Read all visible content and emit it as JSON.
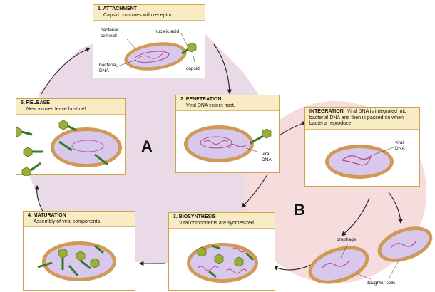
{
  "colors": {
    "cycle_a": "#ead9e6",
    "cycle_b": "#f6dcdc",
    "panel_border": "#c9a64c",
    "panel_header": "#f9ecc5",
    "cell_outer": "#d09a56",
    "cell_inner": "#d8c8ec",
    "dna": "#b84a8c",
    "virus_head": "#9aae3a",
    "virus_tail": "#2f7a2a"
  },
  "cycle_labels": {
    "a": "A",
    "b": "B"
  },
  "panels": {
    "attachment": {
      "title": "1. ATTACHMENT",
      "desc": "Capsid combines with receptor.",
      "labels": {
        "cell_wall": "bacterial\ncell wall",
        "nucleic_acid": "nucleic acid",
        "bacterial_dna": "bacterial\nDNA",
        "capsid": "capsid"
      }
    },
    "penetration": {
      "title": "2. PENETRATION",
      "desc": "Viral DNA enters host.",
      "labels": {
        "viral_dna": "viral\nDNA"
      }
    },
    "biosynthesis": {
      "title": "3. BIOSYNTHESIS",
      "desc": "Viral components are synthesized."
    },
    "maturation": {
      "title": "4. MATURATION",
      "desc": "Assembly of viral components."
    },
    "release": {
      "title": "5. RELEASE",
      "desc": "New viruses leave host cell."
    },
    "integration": {
      "title": "INTEGRATION",
      "desc": "Viral DNA is integrated into bacterial DNA and then is passed on when bacteria reproduce.",
      "labels": {
        "viral_dna": "viral\nDNA"
      }
    }
  },
  "outside_labels": {
    "prophage": "prophage",
    "daughter_cells": "daughter cells"
  }
}
